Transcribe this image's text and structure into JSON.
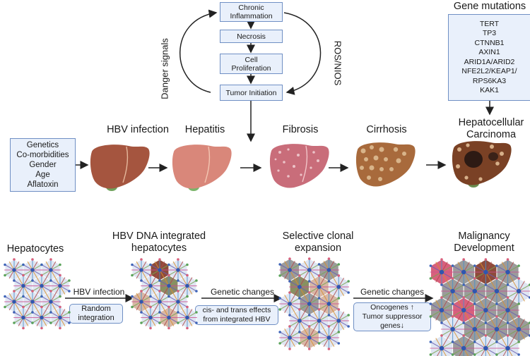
{
  "pathway": {
    "chronic_inflammation": "Chronic\nInflammation",
    "necrosis": "Necrosis",
    "cell_proliferation": "Cell\nProliferation",
    "tumor_initiation": "Tumor Initiation",
    "danger_signals": "Danger signals",
    "ros_nios": "ROS/NIOS"
  },
  "gene_mutations": {
    "title": "Gene mutations",
    "items": [
      "TERT",
      "TP3",
      "CTNNB1",
      "AXIN1",
      "ARID1A/ARID2",
      "NFE2L2/KEAP1/",
      "RPS6KA3",
      "KAK1"
    ]
  },
  "risk_factors": [
    "Genetics",
    "Co-morbidities",
    "Gender",
    "Age",
    "Aflatoxin"
  ],
  "stages": {
    "hbv_infection": "HBV infection",
    "hepatitis": "Hepatitis",
    "fibrosis": "Fibrosis",
    "cirrhosis": "Cirrhosis",
    "hcc": "Hepatocellular\nCarcinoma"
  },
  "bottom": {
    "hepatocytes": "Hepatocytes",
    "hbv_dna": "HBV DNA integrated\nhepatocytes",
    "selective": "Selective clonal\nexpansion",
    "malignancy": "Malignancy\nDevelopment",
    "arrow1_label": "HBV infection",
    "arrow1_box": "Random\nintegration",
    "arrow2_label": "Genetic changes",
    "arrow2_box": "cis- and trans effects\nfrom integrated HBV",
    "arrow3_label": "Genetic changes",
    "arrow3_box": "Oncogenes ↑\nTumor suppressor\ngenes↓"
  },
  "colors": {
    "box_fill": "#e9f0fb",
    "box_border": "#6f8fc4",
    "liver_hbv": "#a5553f",
    "liver_hepatitis": "#d9877a",
    "liver_fibrosis": "#c96d7a",
    "liver_cirrhosis": "#a86a3c",
    "liver_hcc": "#7a4125",
    "cell_blue": "#3e64b8",
    "cell_pink": "#d8607c",
    "cell_tan": "#d7b7a5",
    "cell_brown": "#8e4b3b",
    "cell_olive": "#8c8a66",
    "cell_gray": "#9b9b9b"
  }
}
